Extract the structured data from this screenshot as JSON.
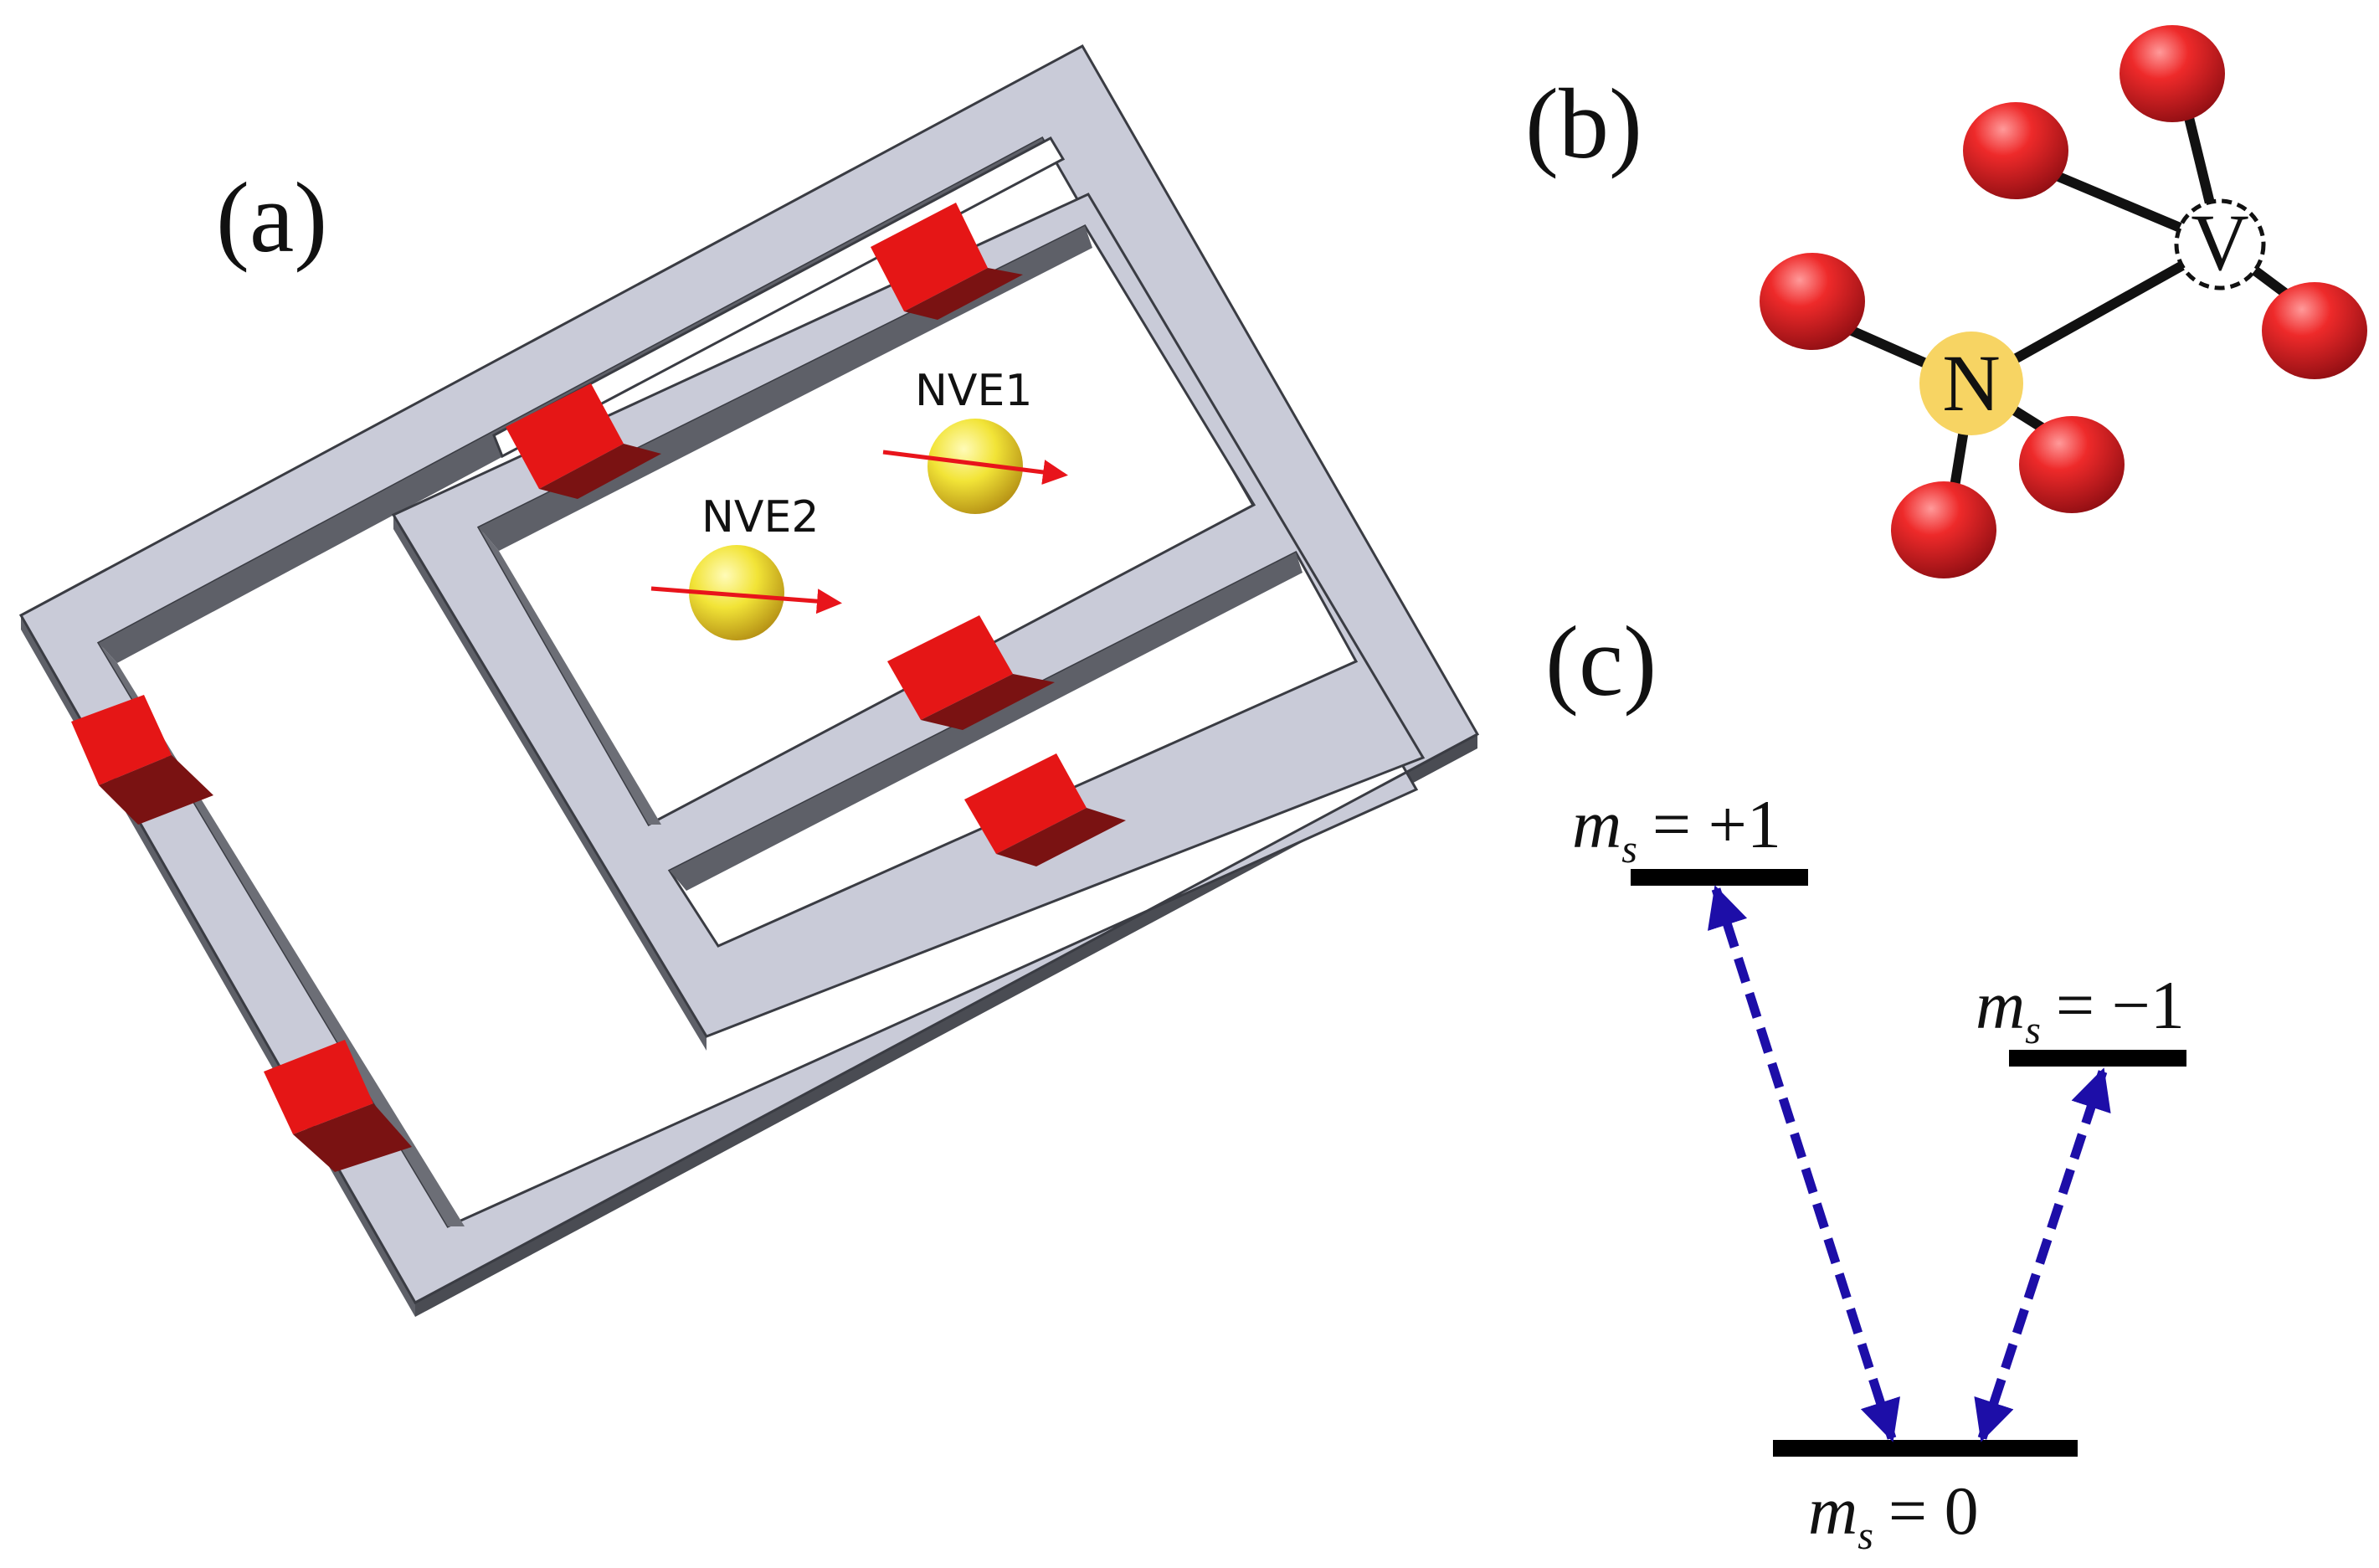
{
  "panels": {
    "a": {
      "label": "(a)"
    },
    "b": {
      "label": "(b)"
    },
    "c": {
      "label": "(c)"
    }
  },
  "panel_a": {
    "spin1": {
      "label": "NVE1"
    },
    "spin2": {
      "label": "NVE2"
    }
  },
  "panel_b": {
    "nitrogen": "N",
    "vacancy": "V"
  },
  "panel_c": {
    "symbol": "m",
    "subscript": "s",
    "levels": {
      "plus": {
        "value": "= +1"
      },
      "minus": {
        "value": "= −1"
      },
      "zero": {
        "value": "= 0"
      }
    }
  },
  "colors": {
    "frame_top": "#c9cbd8",
    "frame_side": "#5e6068",
    "frame_edge": "#3a3c43",
    "block_top": "#e51616",
    "block_side": "#7a1212",
    "atom": "#d9161c",
    "nitrogen": "#f7d463",
    "arrow": "#1d0ea8",
    "spin_arrow": "#e8141b"
  },
  "icons": {
    "spin": "spin-sphere-icon",
    "transition": "dashed-double-arrow-icon"
  }
}
